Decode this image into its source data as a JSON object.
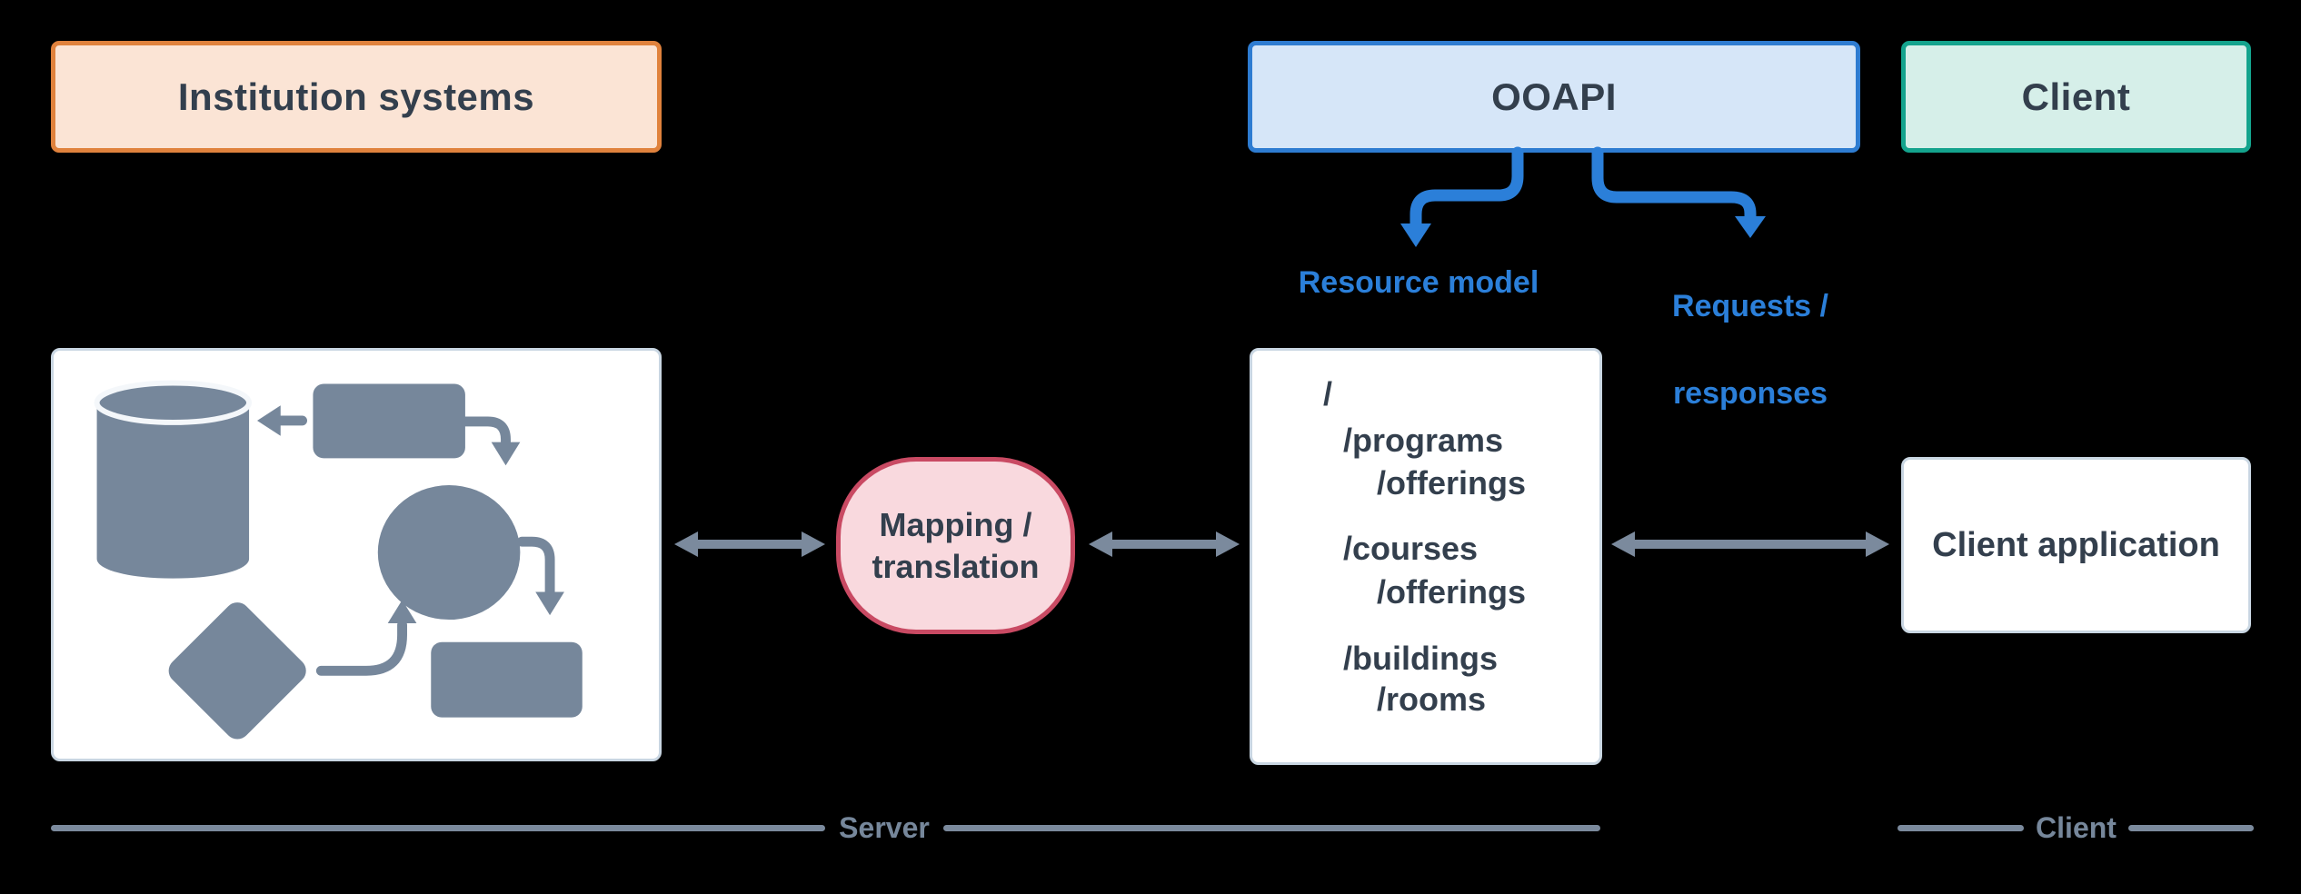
{
  "top_row": {
    "institution_label": "Institution systems",
    "ooapi_label": "OOAPI",
    "client_label": "Client"
  },
  "ooapi_annotations": {
    "resource_model_label": "Resource model",
    "requests_responses_line1": "Requests /",
    "requests_responses_line2": "responses"
  },
  "mapping_node": {
    "line1": "Mapping /",
    "line2": "translation"
  },
  "api_tree": {
    "lines": [
      {
        "text": "/",
        "indent": 1
      },
      {
        "text": "/programs",
        "indent": 2
      },
      {
        "text": "/offerings",
        "indent": 3
      },
      {
        "text": "/courses",
        "indent": 2
      },
      {
        "text": "/offerings",
        "indent": 3
      },
      {
        "text": "/buildings",
        "indent": 2
      },
      {
        "text": "/rooms",
        "indent": 3
      }
    ]
  },
  "client_app": {
    "label": "Client application"
  },
  "bottom_sections": {
    "server_label": "Server",
    "client_label": "Client"
  },
  "icons": {
    "institution_shapes": [
      "database-cylinder-icon",
      "process-rectangle-icon",
      "state-ellipse-icon",
      "decision-diamond-icon",
      "process-rectangle-icon"
    ]
  },
  "colors": {
    "background": "#000000",
    "institution_fill": "#FBE4D5",
    "institution_border": "#E0823D",
    "ooapi_fill": "#D6E6F8",
    "ooapi_border": "#2E7CD1",
    "client_fill": "#D6EFE9",
    "client_border": "#14A38D",
    "mapping_fill": "#F9D9DE",
    "mapping_border": "#C94A63",
    "panel_fill": "#FFFFFF",
    "panel_border": "#C9D6E2",
    "slate_text": "#333F4D",
    "blue_accent": "#2B7FD9",
    "gray_shapes": "#76879B"
  }
}
